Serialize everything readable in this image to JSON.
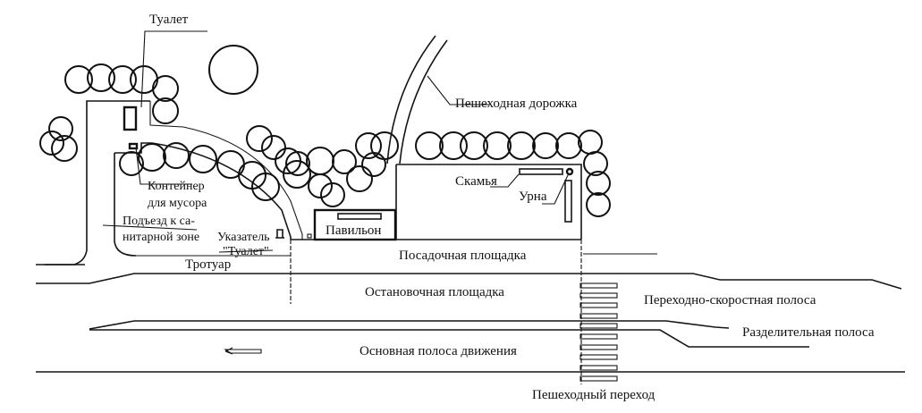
{
  "diagram": {
    "labels": {
      "toilet": "Туалет",
      "pedestrian_path": "Пешеходная дорожка",
      "bench": "Скамья",
      "urn": "Урна",
      "pavilion": "Павильон",
      "container_line1": "Контейнер",
      "container_line2": "для мусора",
      "access_line1": "Подъезд к са-",
      "access_line2": "нитарной зоне",
      "sign_line1": "Указатель",
      "sign_line2": "\"Туалет\"",
      "sidewalk": "Тротуар",
      "boarding_area": "Посадочная площадка",
      "stop_area": "Остановочная площадка",
      "transition_lane": "Переходно-скоростная полоса",
      "dividing_strip": "Разделительная полоса",
      "main_lane": "Основная полоса движения",
      "crosswalk": "Пешеходный переход"
    },
    "colors": {
      "ink": "#111111",
      "paper": "#ffffff"
    }
  }
}
